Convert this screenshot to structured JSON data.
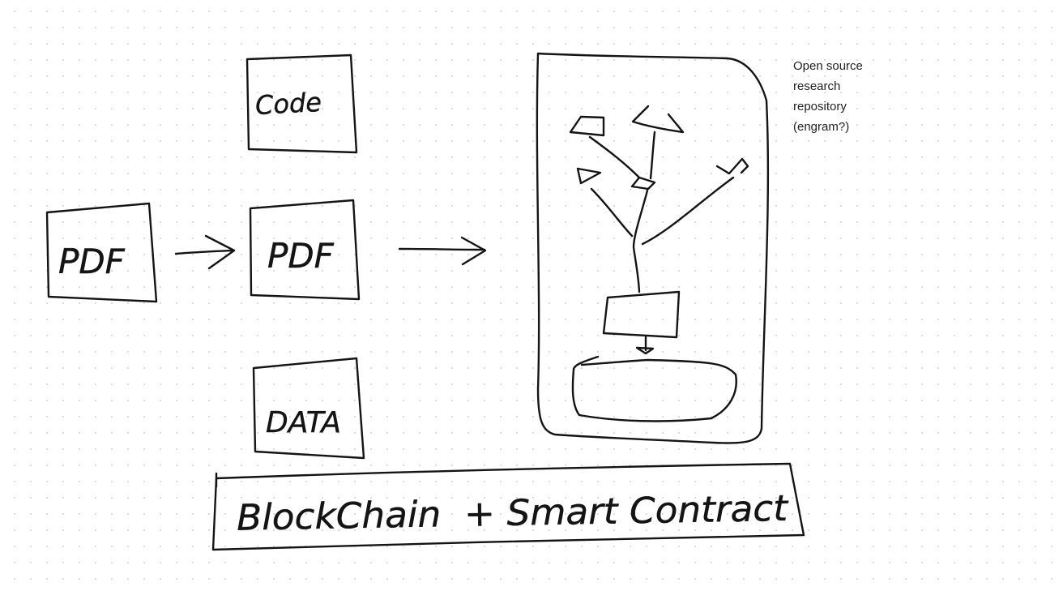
{
  "boxes": {
    "code": "Code",
    "pdf_source": "PDF",
    "pdf_target": "PDF",
    "data": "DATA",
    "blockchain": "BlockChain  + Smart Contract"
  },
  "note": {
    "lines": [
      "Open source",
      "research",
      "repository",
      "(engram?)"
    ]
  }
}
